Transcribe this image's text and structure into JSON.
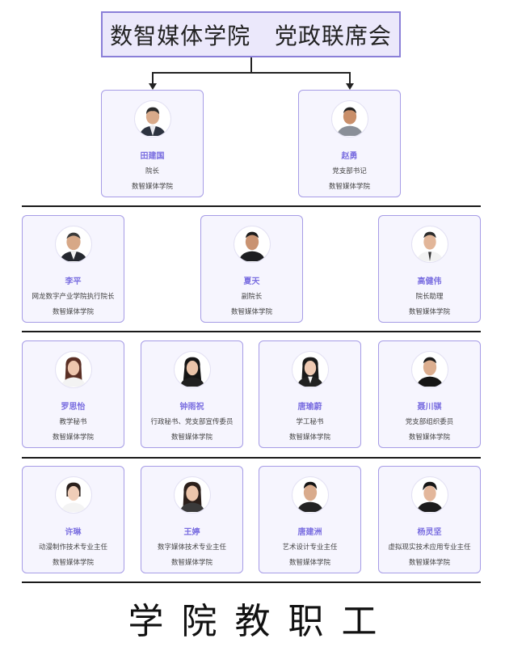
{
  "header": {
    "title": "数智媒体学院   党政联席会"
  },
  "row1": [
    {
      "name": "田建国",
      "role": "院长",
      "org": "数智媒体学院"
    },
    {
      "name": "赵勇",
      "role": "党支部书记",
      "org": "数智媒体学院"
    }
  ],
  "row2": [
    {
      "name": "李平",
      "role": "网龙数字产业学院执行院长",
      "org": "数智媒体学院"
    },
    {
      "name": "夏天",
      "role": "副院长",
      "org": "数智媒体学院"
    },
    {
      "name": "高健伟",
      "role": "院长助理",
      "org": "数智媒体学院"
    }
  ],
  "row3": [
    {
      "name": "罗思怡",
      "role": "教学秘书",
      "org": "数智媒体学院"
    },
    {
      "name": "钟雨祝",
      "role": "行政秘书、党支部宣传委员",
      "org": "数智媒体学院"
    },
    {
      "name": "唐瑜蔚",
      "role": "学工秘书",
      "org": "数智媒体学院"
    },
    {
      "name": "聂川骐",
      "role": "党支部组织委员",
      "org": "数智媒体学院"
    }
  ],
  "row4": [
    {
      "name": "许琳",
      "role": "动漫制作技术专业主任",
      "org": "数智媒体学院"
    },
    {
      "name": "王婷",
      "role": "数字媒体技术专业主任",
      "org": "数智媒体学院"
    },
    {
      "name": "唐建洲",
      "role": "艺术设计专业主任",
      "org": "数智媒体学院"
    },
    {
      "name": "杨灵坚",
      "role": "虚拟现实技术应用专业主任",
      "org": "数智媒体学院"
    }
  ],
  "footer": {
    "title": "学院教职工"
  },
  "colors": {
    "accent": "#7a6ee0",
    "card_border": "#a69ce6",
    "card_bg": "#f6f5fe",
    "title_bg": "#ebe8fb"
  }
}
